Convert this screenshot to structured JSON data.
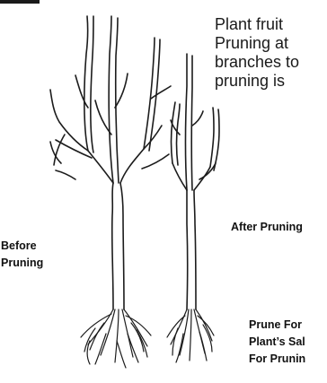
{
  "paragraph": {
    "line1": "Plant fruit",
    "line2": "Pruning at",
    "line3": "branches to",
    "line4": "pruning is"
  },
  "labels": {
    "before_line1": "Before",
    "before_line2": "Pruning",
    "after": "After Pruning",
    "prune_line1": "Prune For",
    "prune_line2": "Plant’s Sal",
    "prune_line3": "For Prunin"
  },
  "colors": {
    "ink": "#1a1a1a",
    "background": "#ffffff"
  }
}
